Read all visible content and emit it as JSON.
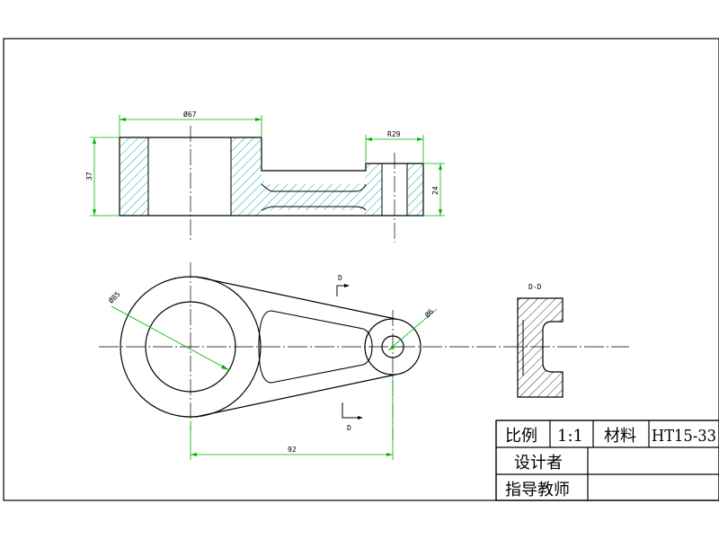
{
  "dimensions": {
    "top_width": "Ø67",
    "top_height": "37",
    "right_width": "R29",
    "right_height": "24",
    "big_dia": "Ø85",
    "small_dia": "Ø6",
    "center_distance": "92"
  },
  "section": {
    "mark_top": "D",
    "mark_bottom": "D",
    "label": "D-D"
  },
  "title_block": {
    "scale_label": "比例",
    "scale_value": "1:1",
    "material_label": "材料",
    "material_value": "HT15-33",
    "designer_label": "设计者",
    "designer_value": "",
    "instructor_label": "指导教师",
    "instructor_value": ""
  },
  "colors": {
    "dimension": "#00b400",
    "hatch": "#00aaaa",
    "line": "#000000"
  }
}
